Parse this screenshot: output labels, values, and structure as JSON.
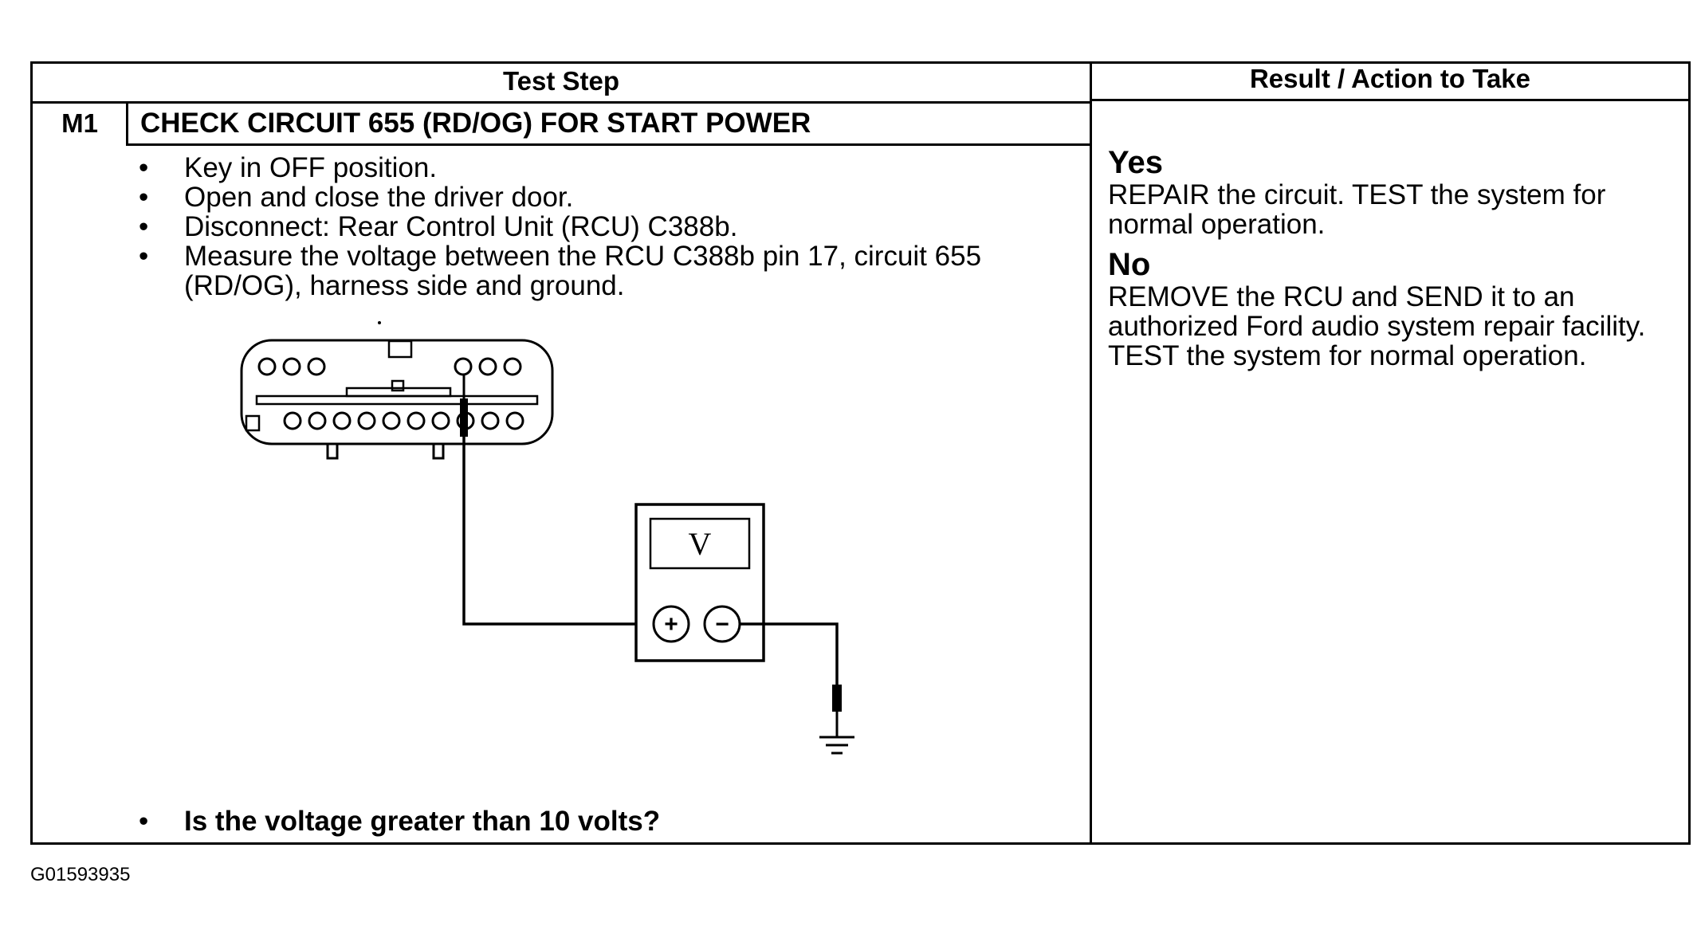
{
  "table": {
    "header_left": "Test Step",
    "header_right": "Result / Action to Take",
    "step_id": "M1",
    "step_title": "CHECK CIRCUIT 655 (RD/OG) FOR START POWER",
    "instructions": [
      "Key in OFF position.",
      "Open and close the driver door.",
      "Disconnect: Rear Control Unit (RCU) C388b.",
      "Measure the voltage between the RCU C388b pin 17, circuit 655 (RD/OG), harness side and ground."
    ],
    "bullet": "•",
    "question": "Is the voltage greater than 10 volts?",
    "results": [
      {
        "label": "Yes",
        "action": "REPAIR the circuit. TEST the system for normal operation."
      },
      {
        "label": "No",
        "action": "REMOVE the RCU and SEND it to an authorized Ford audio system repair facility. TEST the system for normal operation."
      }
    ]
  },
  "diagram": {
    "meter_label": "V",
    "plus_label": "+",
    "minus_label": "−",
    "connector_icon": "connector-icon",
    "meter_icon": "voltmeter-icon",
    "ground_icon": "ground-icon"
  },
  "image_id": "G01593935"
}
